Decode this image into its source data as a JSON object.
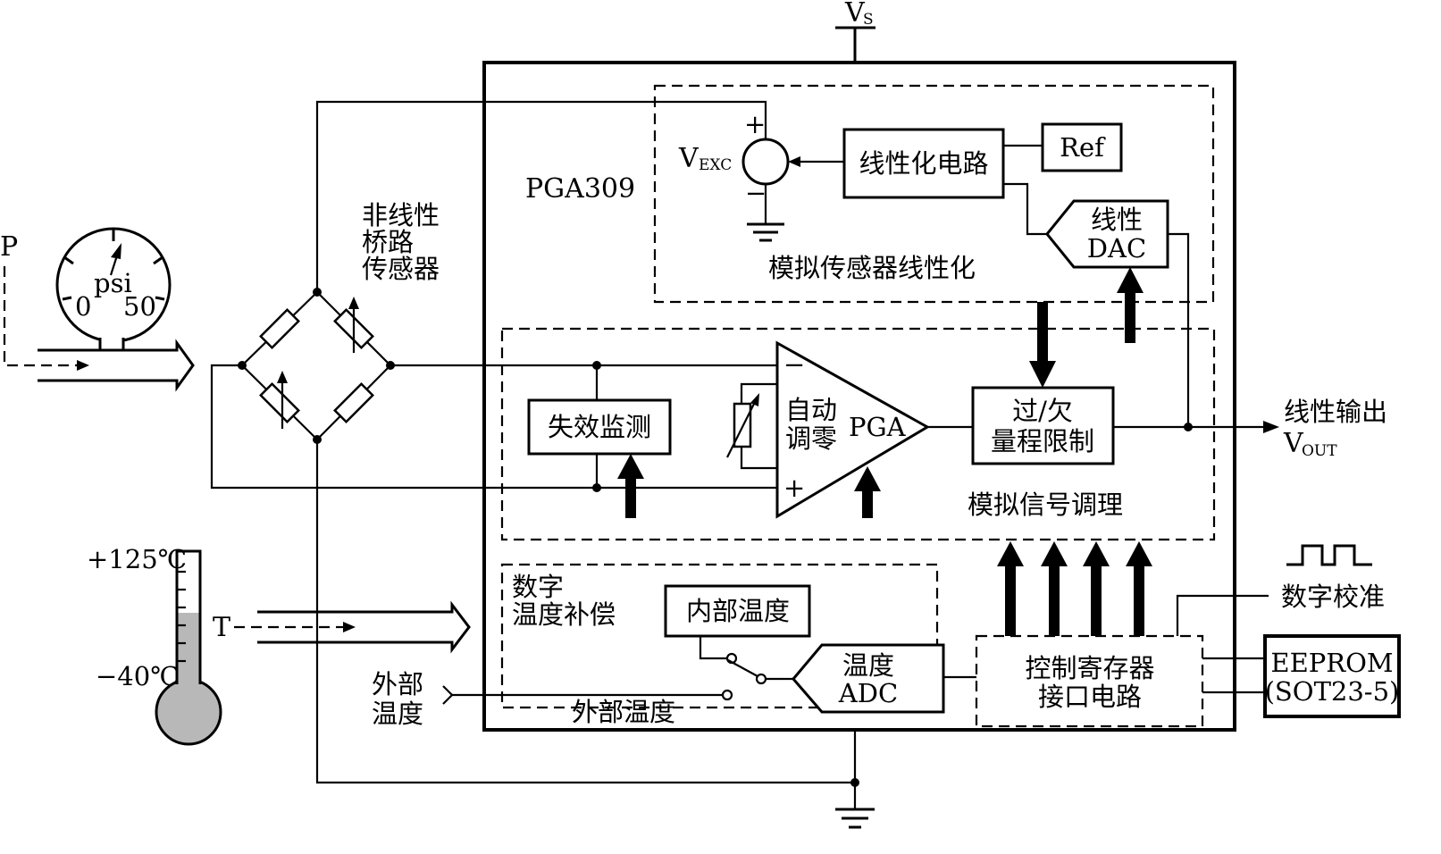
{
  "supply": {
    "v": "V",
    "s": "S"
  },
  "chip_name": "PGA309",
  "pressure": {
    "p": "P",
    "unit": "psi",
    "zero": "0",
    "max": "50"
  },
  "sensor_label": [
    "非线性",
    "桥路",
    "传感器"
  ],
  "linearization": {
    "vexc_main": "V",
    "vexc_sub": "EXC",
    "plus": "+",
    "minus": "−",
    "linear_circuit": "线性化电路",
    "ref": "Ref",
    "dac_line1": "线性",
    "dac_line2": "DAC",
    "section_label": "模拟传感器线性化"
  },
  "conditioning": {
    "fault_monitor": "失效监测",
    "autozero_line1": "自动",
    "autozero_line2": "调零",
    "pga": "PGA",
    "minus": "−",
    "plus": "+",
    "limit_line1": "过/欠",
    "limit_line2": "量程限制",
    "section_label": "模拟信号调理"
  },
  "output": {
    "label": "线性输出",
    "vout_main": "V",
    "vout_sub": "OUT"
  },
  "thermometer": {
    "max": "+125℃",
    "min": "−40℃",
    "t": "T"
  },
  "temperature": {
    "section_line1": "数字",
    "section_line2": "温度补偿",
    "internal_temp": "内部温度",
    "adc_line1": "温度",
    "adc_line2": "ADC",
    "ext_temp": "外部温度",
    "ext_input_line1": "外部",
    "ext_input_line2": "温度"
  },
  "control": {
    "line1": "控制寄存器",
    "line2": "接口电路"
  },
  "digital_cal": "数字校准",
  "eeprom": {
    "line1": "EEPROM",
    "line2": "(SOT23-5)"
  }
}
